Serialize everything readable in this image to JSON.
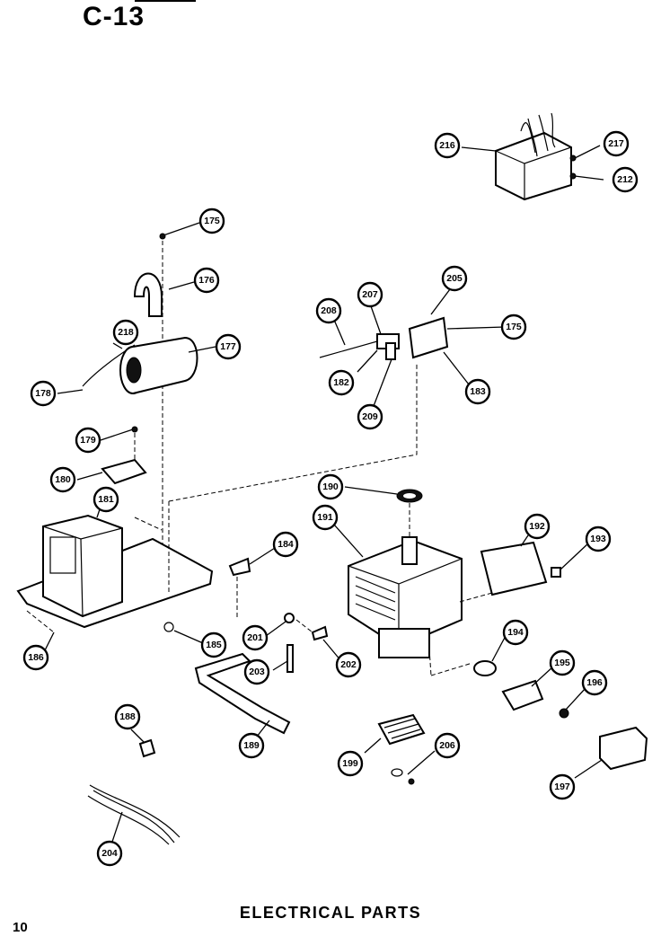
{
  "header": {
    "page_code": "C-13"
  },
  "footer": {
    "caption": "ELECTRICAL PARTS",
    "page_number": "10"
  },
  "callouts": {
    "c216": "216",
    "c217": "217",
    "c212": "212",
    "c175a": "175",
    "c176": "176",
    "c218": "218",
    "c177": "177",
    "c178": "178",
    "c179": "179",
    "c180": "180",
    "c181": "181",
    "c208": "208",
    "c207": "207",
    "c205": "205",
    "c175b": "175",
    "c182": "182",
    "c183": "183",
    "c209": "209",
    "c190": "190",
    "c191": "191",
    "c192": "192",
    "c193": "193",
    "c184": "184",
    "c186": "186",
    "c185": "185",
    "c201": "201",
    "c202": "202",
    "c203": "203",
    "c194": "194",
    "c195": "195",
    "c196": "196",
    "c188": "188",
    "c189": "189",
    "c199": "199",
    "c206": "206",
    "c197": "197",
    "c204": "204"
  }
}
